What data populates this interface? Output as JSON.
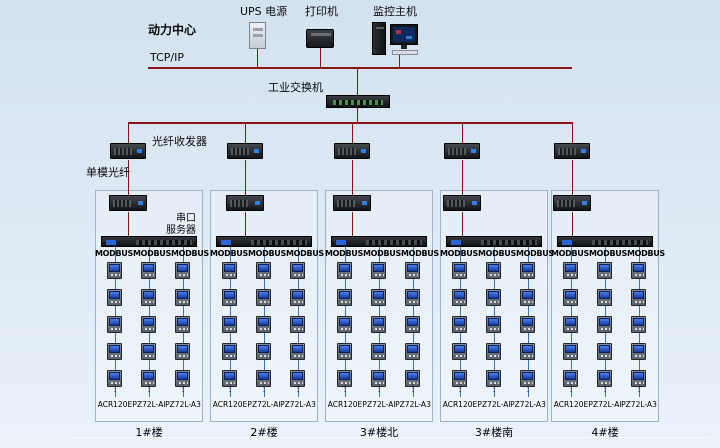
{
  "colors": {
    "line_red": "#8a1517",
    "line_blue": "#3d74b4"
  },
  "header": {
    "power_center": "动力中心",
    "tcpip": "TCP/IP",
    "ups_label": "UPS 电源",
    "printer_label": "打印机",
    "host_label": "监控主机",
    "switch_label": "工业交换机"
  },
  "labels": {
    "fiber_transceiver": "光纤收发器",
    "single_mode_fiber": "单模光纤",
    "serial_line1": "串口",
    "serial_line2": "服务器"
  },
  "groups": [
    {
      "name": "1#楼"
    },
    {
      "name": "2#楼"
    },
    {
      "name": "3#楼北"
    },
    {
      "name": "3#楼南"
    },
    {
      "name": "4#楼"
    }
  ],
  "column": {
    "protocol": "MODBUS",
    "meter_rows": 5,
    "device_labels": [
      "ACR120E",
      "PZ72L-AI",
      "PZ72L-A3"
    ],
    "ellipsis": "⋮"
  }
}
